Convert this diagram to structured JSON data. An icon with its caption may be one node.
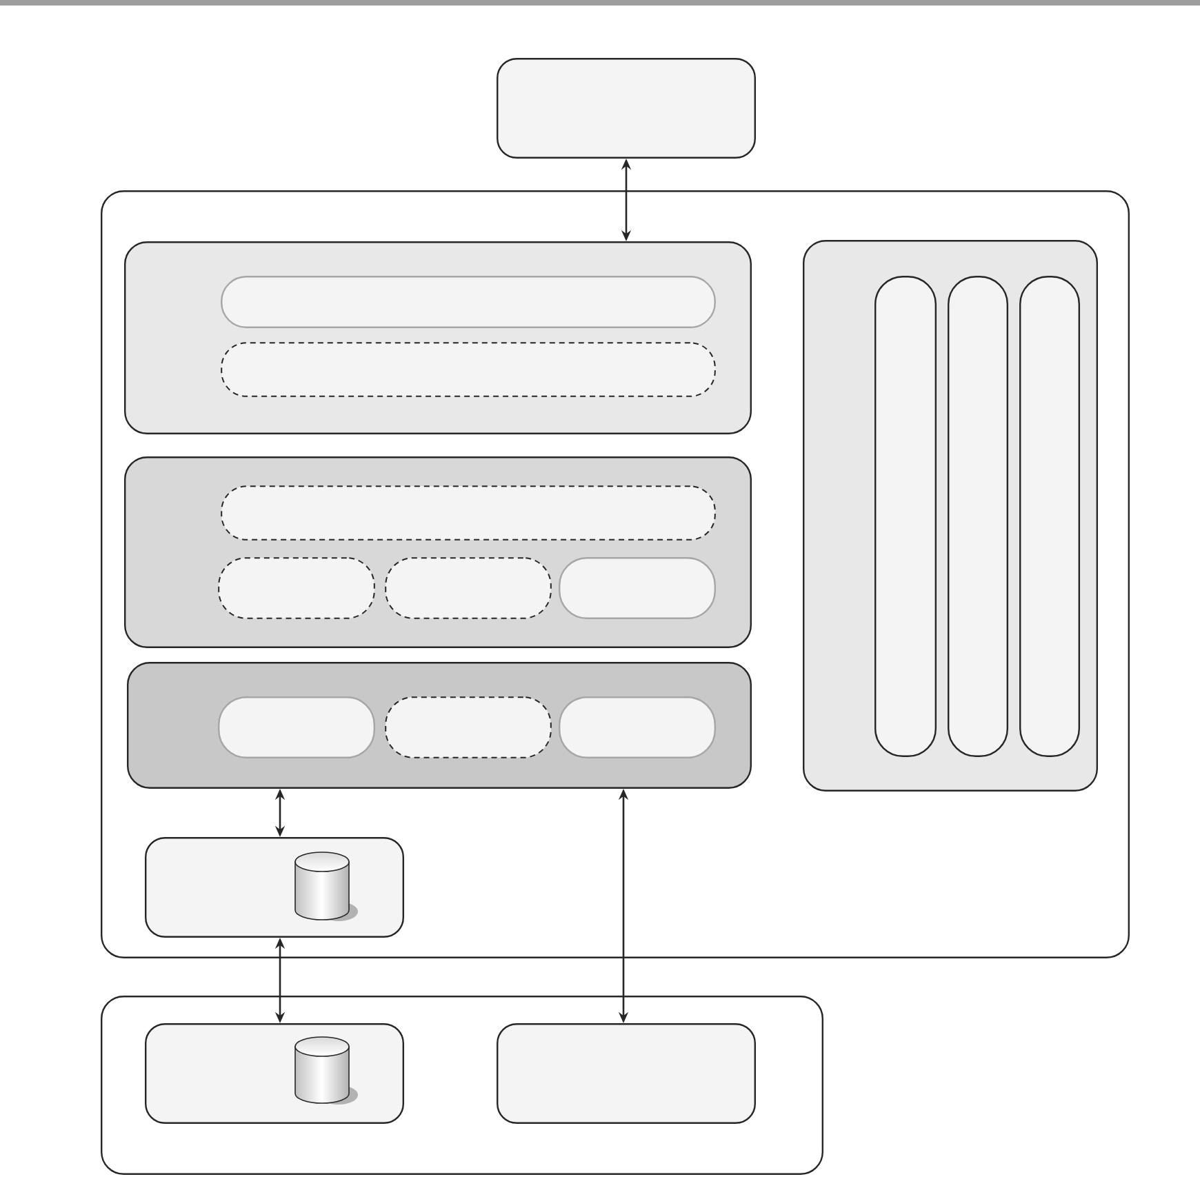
{
  "diagram": {
    "nodes": [
      {
        "text": [],
        "shape": "box"
      },
      {
        "text": [],
        "shape": "box"
      },
      {
        "text": [],
        "shape": "box",
        "in": 1
      },
      {
        "text": [],
        "shape": "box",
        "in": 2
      },
      {
        "text": [],
        "shape": "box",
        "in": 2
      },
      {
        "text": [],
        "shape": "box",
        "in": 1
      },
      {
        "text": [],
        "shape": "box",
        "in": 5
      },
      {
        "text": [],
        "shape": "box",
        "in": 5
      },
      {
        "text": [],
        "shape": "box",
        "in": 5
      },
      {
        "text": [],
        "shape": "box",
        "in": 1
      },
      {
        "text": [],
        "shape": "box",
        "in": 9
      },
      {
        "text": [],
        "shape": "box",
        "in": 9
      },
      {
        "text": [],
        "shape": "box",
        "in": 9
      },
      {
        "text": [],
        "shape": "box",
        "in": 9
      },
      {
        "text": [],
        "shape": "box",
        "in": 1
      },
      {
        "text": [],
        "shape": "box",
        "in": 14
      },
      {
        "text": [],
        "shape": "box",
        "in": 14
      },
      {
        "text": [],
        "shape": "box",
        "in": 14
      },
      {
        "text": [],
        "shape": "box",
        "in": 1
      },
      {
        "text": [],
        "shape": "cylinder",
        "in": 18
      },
      {
        "text": [],
        "shape": "box"
      },
      {
        "text": [],
        "shape": "box",
        "in": 20
      },
      {
        "text": [],
        "shape": "cylinder",
        "in": 21
      },
      {
        "text": [],
        "shape": "box",
        "in": 20
      }
    ],
    "edges": [
      {
        "from": 0,
        "to": 2,
        "arrow": "both"
      },
      {
        "from": 14,
        "to": 18,
        "arrow": "both"
      },
      {
        "from": 18,
        "to": 21,
        "arrow": "both"
      },
      {
        "from": 14,
        "to": 23,
        "arrow": "both"
      }
    ]
  }
}
